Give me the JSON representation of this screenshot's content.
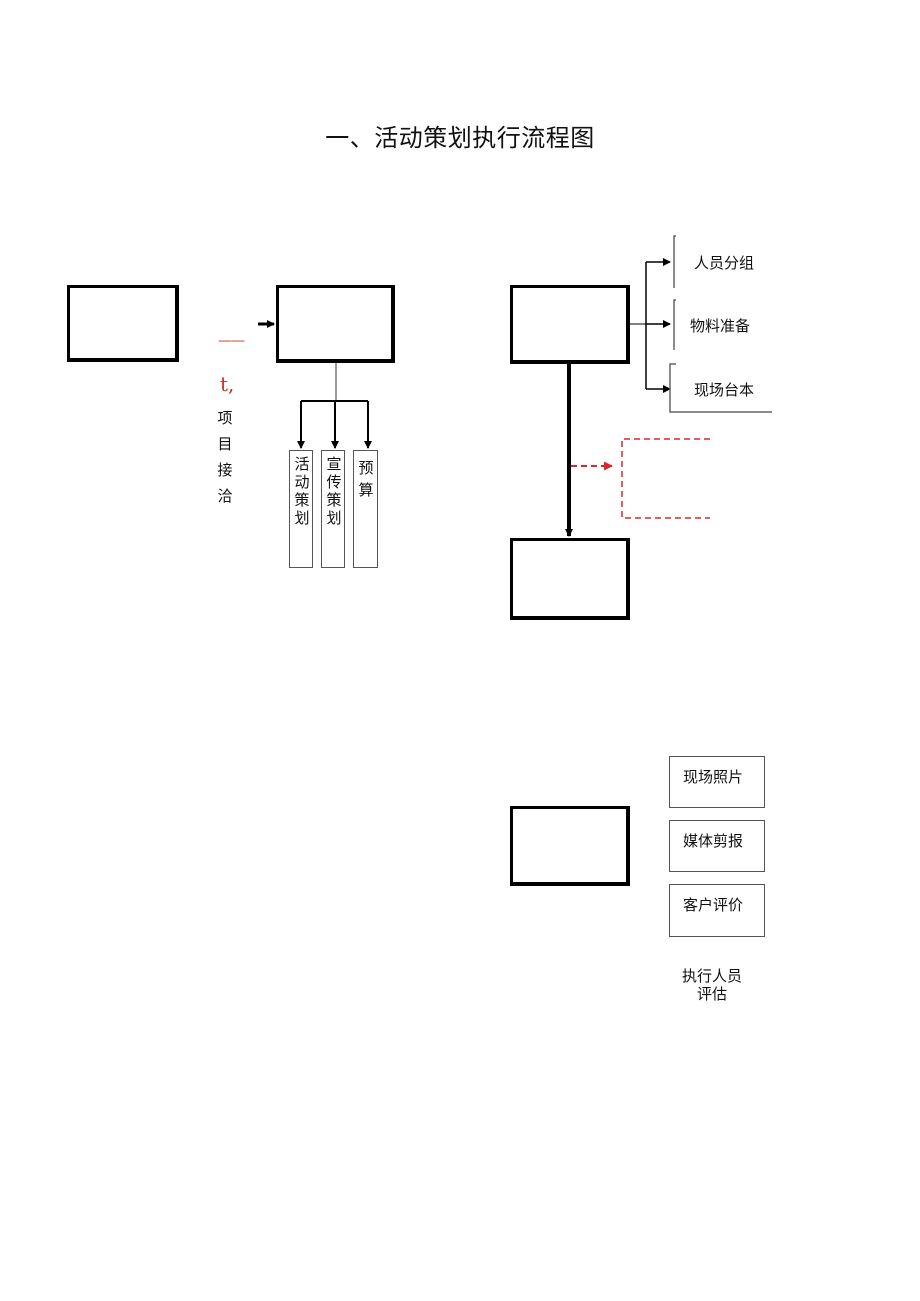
{
  "title": "一、活动策划执行流程图",
  "stage1": {
    "mark": "t,",
    "dash": "——",
    "label": "项目接洽"
  },
  "stage2": {
    "children": [
      "活动策划",
      "宣传策划",
      "预算"
    ]
  },
  "stage3": {
    "children": [
      "人员分组",
      "物料准备",
      "现场台本"
    ]
  },
  "stage5": {
    "items": [
      "现场照片",
      "媒体剪报",
      "客户评价"
    ],
    "caption_line1": "执行人员",
    "caption_line2": "评估"
  },
  "colors": {
    "line": "#000000",
    "thin_line": "#555555",
    "accent_red": "#d9262c"
  }
}
